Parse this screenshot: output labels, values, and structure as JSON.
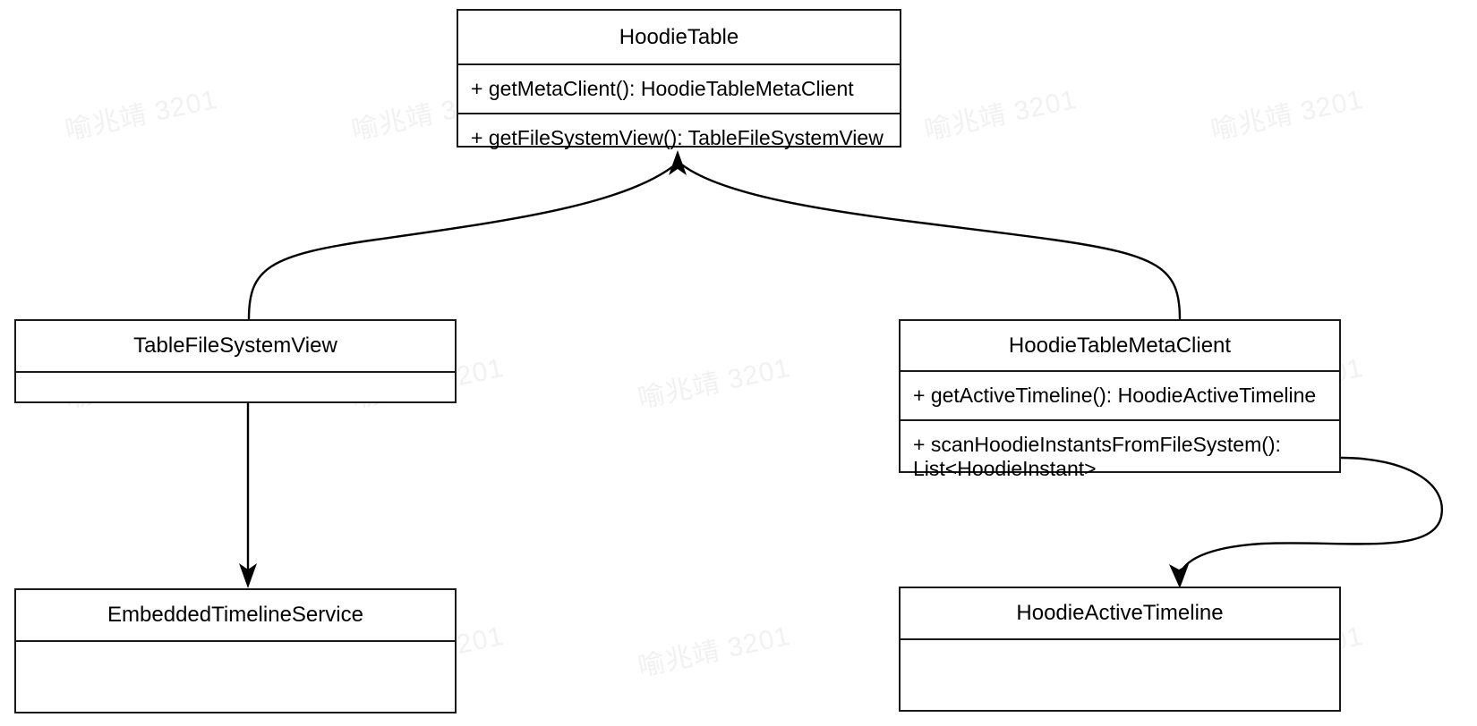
{
  "diagram": {
    "type": "uml-class-diagram",
    "background_color": "#ffffff",
    "line_color": "#000000",
    "text_color": "#000000"
  },
  "watermark": {
    "text": "喻兆靖 3201",
    "color": "#f1f1f1"
  },
  "classes": {
    "hoodie_table": {
      "name": "HoodieTable",
      "members": [
        "+ getMetaClient(): HoodieTableMetaClient",
        "+ getFileSystemView(): TableFileSystemView"
      ]
    },
    "table_file_system_view": {
      "name": "TableFileSystemView",
      "members": []
    },
    "hoodie_table_meta_client": {
      "name": "HoodieTableMetaClient",
      "members": [
        "+ getActiveTimeline(): HoodieActiveTimeline",
        "+ scanHoodieInstantsFromFileSystem():\nList<HoodieInstant>"
      ]
    },
    "embedded_timeline_service": {
      "name": "EmbeddedTimelineService",
      "members": []
    },
    "hoodie_active_timeline": {
      "name": "HoodieActiveTimeline",
      "members": []
    }
  },
  "edges": [
    {
      "id": "table-file-system-view-to-hoodie-table",
      "from": "TableFileSystemView",
      "to": "HoodieTable",
      "arrow": "open-arrow-filled",
      "style": "curved"
    },
    {
      "id": "hoodie-table-meta-client-to-hoodie-table",
      "from": "HoodieTableMetaClient",
      "to": "HoodieTable",
      "arrow": "open-arrow-filled",
      "style": "curved"
    },
    {
      "id": "table-file-system-view-to-embedded-timeline-service",
      "from": "TableFileSystemView",
      "to": "EmbeddedTimelineService",
      "arrow": "open-arrow-filled",
      "style": "straight"
    },
    {
      "id": "hoodie-table-meta-client-to-hoodie-active-timeline",
      "from": "HoodieTableMetaClient",
      "to": "HoodieActiveTimeline",
      "arrow": "open-arrow-filled",
      "style": "curved"
    }
  ]
}
